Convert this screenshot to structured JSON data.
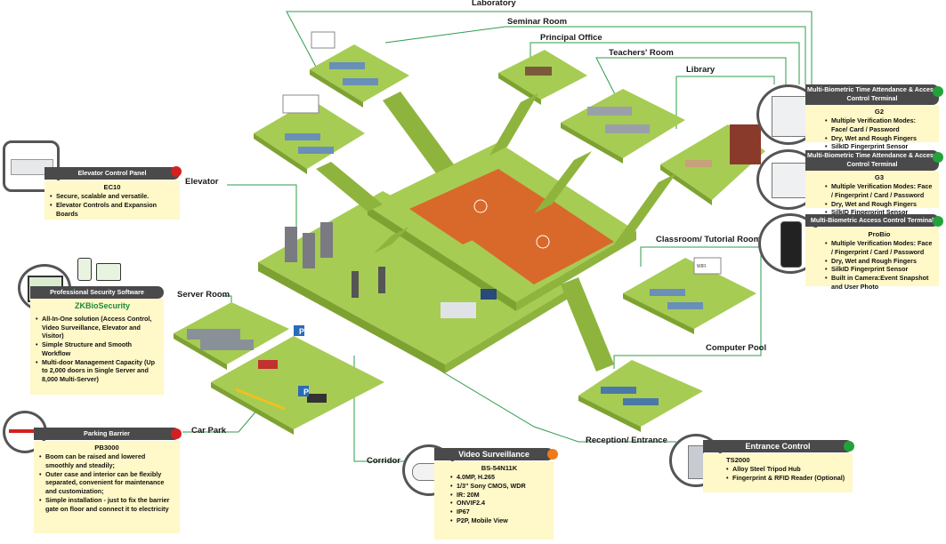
{
  "room_labels": {
    "laboratory": "Laboratory",
    "seminar_room": "Seminar Room",
    "principal_office": "Principal Office",
    "teachers_room": "Teachers' Room",
    "library": "Library",
    "elevator": "Elevator",
    "classroom": "Classroom/ Tutorial Room",
    "server_room": "Server Room",
    "computer_pool": "Computer Pool",
    "car_park": "Car Park",
    "reception": "Reception/ Entrance",
    "corridor": "Corridor"
  },
  "products": {
    "elevator": {
      "header": "Elevator Control Panel",
      "model": "EC10",
      "features": [
        "Secure, scalable and versatile.",
        "Elevator Controls and Expansion Boards"
      ],
      "dot_color": "#d42020"
    },
    "software": {
      "header": "Professional Security Software",
      "brand": "ZKBioSecurity",
      "features": [
        "All-In-One solution (Access Control, Video Surveillance, Elevator and Visitor)",
        "Simple Structure and Smooth Workflow",
        "Multi-door Management Capacity (Up to 2,000 doors in Single Server and 8,000 Multi-Server)"
      ]
    },
    "parking": {
      "header": "Parking Barrier",
      "model": "PB3000",
      "features": [
        "Boom can be raised and lowered smoothly and steadily;",
        "Outer case and interior can be flexibly separated, convenient for maintenance and customization;",
        "Simple installation - just to fix the barrier gate on floor and connect it to electricity"
      ],
      "dot_color": "#d42020"
    },
    "camera": {
      "header": "Video Surveillance",
      "model": "BS-54N11K",
      "features": [
        "4.0MP, H.265",
        "1/3\" Sony CMOS, WDR",
        "IR: 20M",
        "ONVIF2.4",
        "IP67",
        "P2P, Mobile View"
      ],
      "dot_color": "#f07a1a"
    },
    "entrance": {
      "header": "Entrance Control",
      "model": "TS2000",
      "features": [
        "Alloy Steel Tripod Hub",
        "Fingerprint & RFID Reader (Optional)"
      ],
      "dot_color": "#22a33a"
    },
    "g2": {
      "header": "Multi-Biometric Time Attendance & Access Control Terminal",
      "model": "G2",
      "features": [
        "Multiple Verification Modes: Face/ Card / Password",
        "Dry, Wet and Rough Fingers",
        "SilkID Fingerprint Sensor"
      ],
      "dot_color": "#22a33a"
    },
    "g3": {
      "header": "Multi-Biometric Time Attendance & Access Control Terminal",
      "model": "G3",
      "features": [
        "Multiple Verification Modes: Face / Fingerprint / Card / Password",
        "Dry, Wet and Rough Fingers",
        "SilkID Fingerprint Sensor"
      ],
      "dot_color": "#22a33a"
    },
    "probio": {
      "header": "Multi-Biometric Access Control Terminal",
      "model": "ProBio",
      "features": [
        "Multiple Verification Modes: Face / Fingerprint / Card / Password",
        "Dry, Wet and Rough Fingers",
        "SilkID Fingerprint Sensor",
        "Built in Camera:Event Snapshot and User Photo"
      ],
      "dot_color": "#22a33a"
    }
  },
  "signs": {
    "parking_sign": "P",
    "tv_sign": "WIFI"
  },
  "colors": {
    "floor_top": "#a6cc54",
    "floor_side": "#7ea232",
    "court": "#e07a2c",
    "line": "#2e9c4a"
  }
}
